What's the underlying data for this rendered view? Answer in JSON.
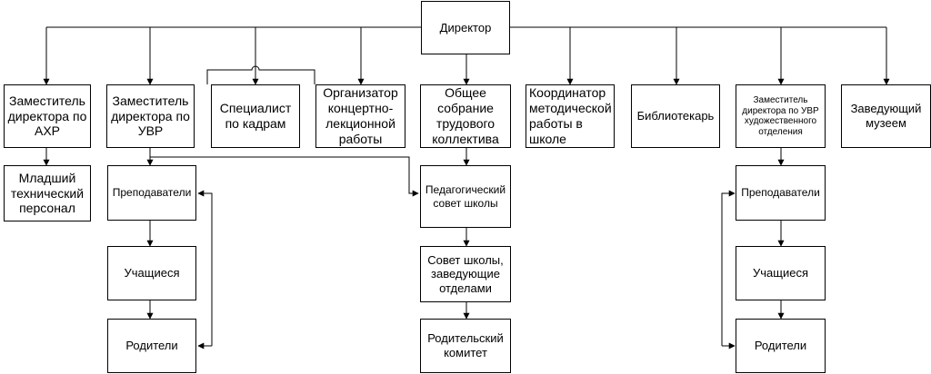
{
  "nodes": {
    "director": "Директор",
    "deputy_ahr": "Заместитель директора по АХР",
    "junior_staff": "Младший технический персонал",
    "deputy_uvr": "Заместитель директора по УВР",
    "hr_specialist": "Специалист по кадрам",
    "concert_organizer": "Организатор концертно-лекционной работы",
    "general_meeting": "Общее собрание трудового коллектива",
    "method_coordinator": "Координатор методической работы в школе",
    "librarian": "Библиотекарь",
    "deputy_uvr_art": "Заместитель директора по УВР художественного отделения",
    "museum_head": "Заведующий музеем",
    "teachers_left": "Преподаватели",
    "students_left": "Учащиеся",
    "parents_left": "Родители",
    "ped_council": "Педагогический совет школы",
    "school_council": "Совет школы, заведующие отделами",
    "parent_committee": "Родительский комитет",
    "teachers_right": "Преподаватели",
    "students_right": "Учащиеся",
    "parents_right": "Родители"
  }
}
